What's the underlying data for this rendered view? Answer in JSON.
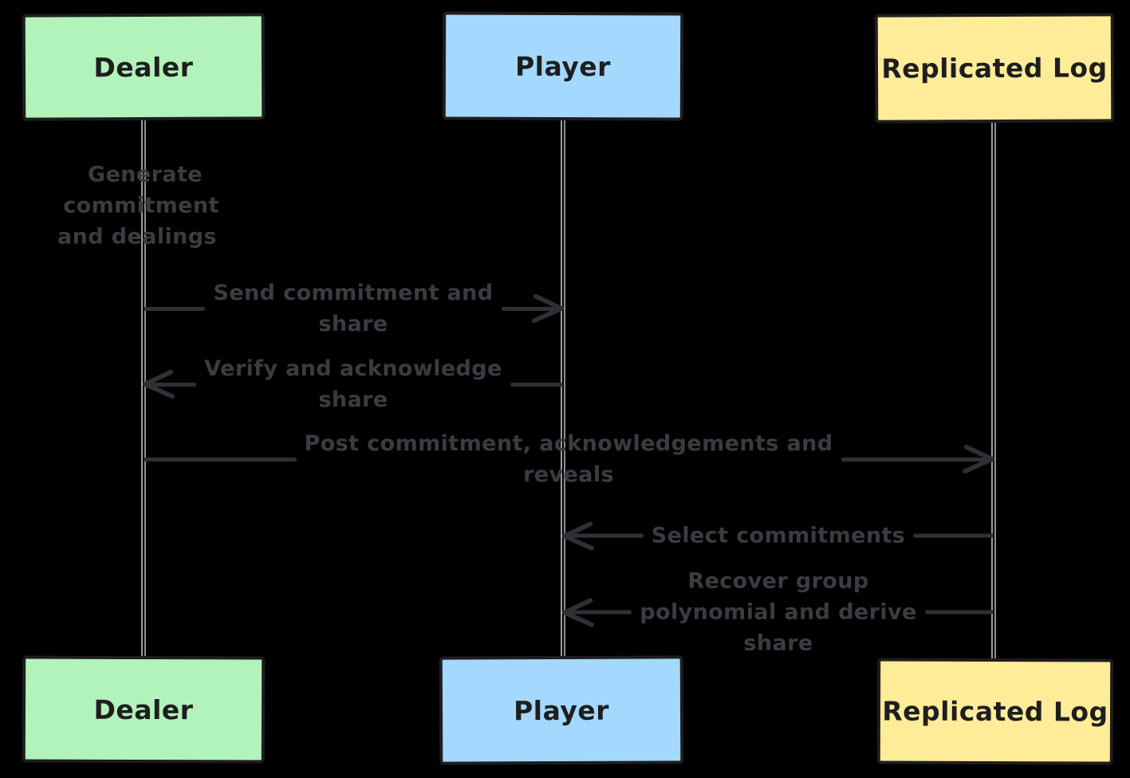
{
  "diagram": {
    "type": "sequence-diagram",
    "actors": [
      {
        "id": "dealer",
        "label": "Dealer",
        "fill": "#b2f2bb"
      },
      {
        "id": "player",
        "label": "Player",
        "fill": "#a5d8ff"
      },
      {
        "id": "replicated-log",
        "label": "Replicated Log",
        "fill": "#ffec99"
      }
    ],
    "messages": [
      {
        "type": "note",
        "actor": "dealer",
        "label": "Generate commitment\nand dealings"
      },
      {
        "type": "message",
        "from": "dealer",
        "to": "player",
        "label": "Send commitment and\nshare"
      },
      {
        "type": "message",
        "from": "player",
        "to": "dealer",
        "label": "Verify and acknowledge\nshare"
      },
      {
        "type": "message",
        "from": "dealer",
        "to": "replicated-log",
        "label": "Post commitment, acknowledgements and\nreveals"
      },
      {
        "type": "message",
        "from": "replicated-log",
        "to": "player",
        "label": "Select commitments"
      },
      {
        "type": "message",
        "from": "replicated-log",
        "to": "player",
        "label": "Recover group\npolynomial and derive\nshare"
      }
    ],
    "colors": {
      "background": "#000000",
      "actor_border": "#1e1e1e",
      "actor_text": "#1e1e1e",
      "lifeline": "#9e9e9e",
      "lifeline2": "#8f8f8f",
      "arrow": "#2d3135",
      "message_text": "#383d42"
    }
  }
}
